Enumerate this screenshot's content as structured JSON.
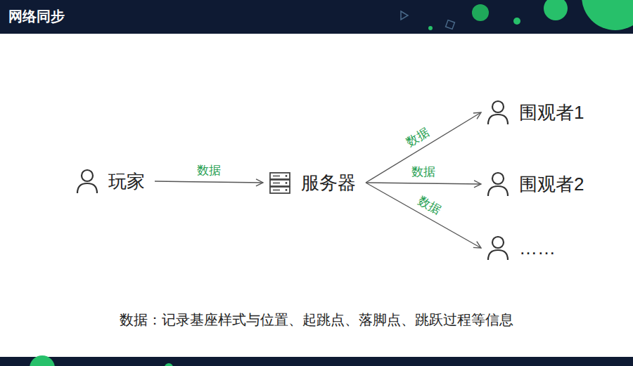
{
  "diagram": {
    "title": "网络同步",
    "caption": "数据：记录基座样式与位置、起跳点、落脚点、跳跃过程等信息",
    "nodes": [
      {
        "text": [
          "玩家"
        ]
      },
      {
        "text": [
          "服务器"
        ]
      },
      {
        "text": [
          "围观者1"
        ]
      },
      {
        "text": [
          "围观者2"
        ]
      },
      {
        "text": [
          "……"
        ]
      }
    ],
    "edges": [
      {
        "from": 0,
        "to": 1,
        "label": "数据",
        "arrow": "to"
      },
      {
        "from": 1,
        "to": 2,
        "label": "数据",
        "arrow": "to"
      },
      {
        "from": 1,
        "to": 3,
        "label": "数据",
        "arrow": "to"
      },
      {
        "from": 1,
        "to": 4,
        "label": "数据",
        "arrow": "to"
      }
    ]
  }
}
